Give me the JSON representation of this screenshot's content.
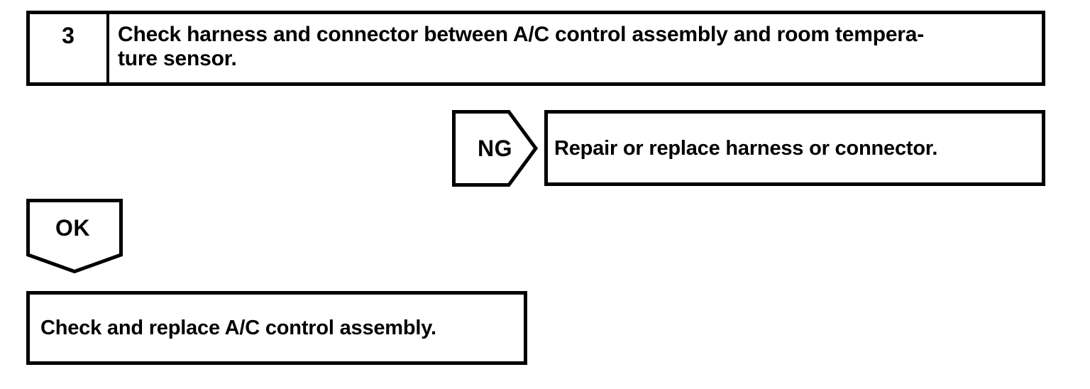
{
  "colors": {
    "ink": "#000000",
    "paper": "#ffffff"
  },
  "flowchart": {
    "step": {
      "number": "3",
      "instruction_line1": "Check harness and connector between A/C control assembly and room tempera-",
      "instruction_line2": "ture sensor."
    },
    "ng": {
      "label": "NG",
      "action": "Repair or replace harness or connector."
    },
    "ok": {
      "label": "OK",
      "action": "Check and replace A/C control assembly."
    }
  }
}
